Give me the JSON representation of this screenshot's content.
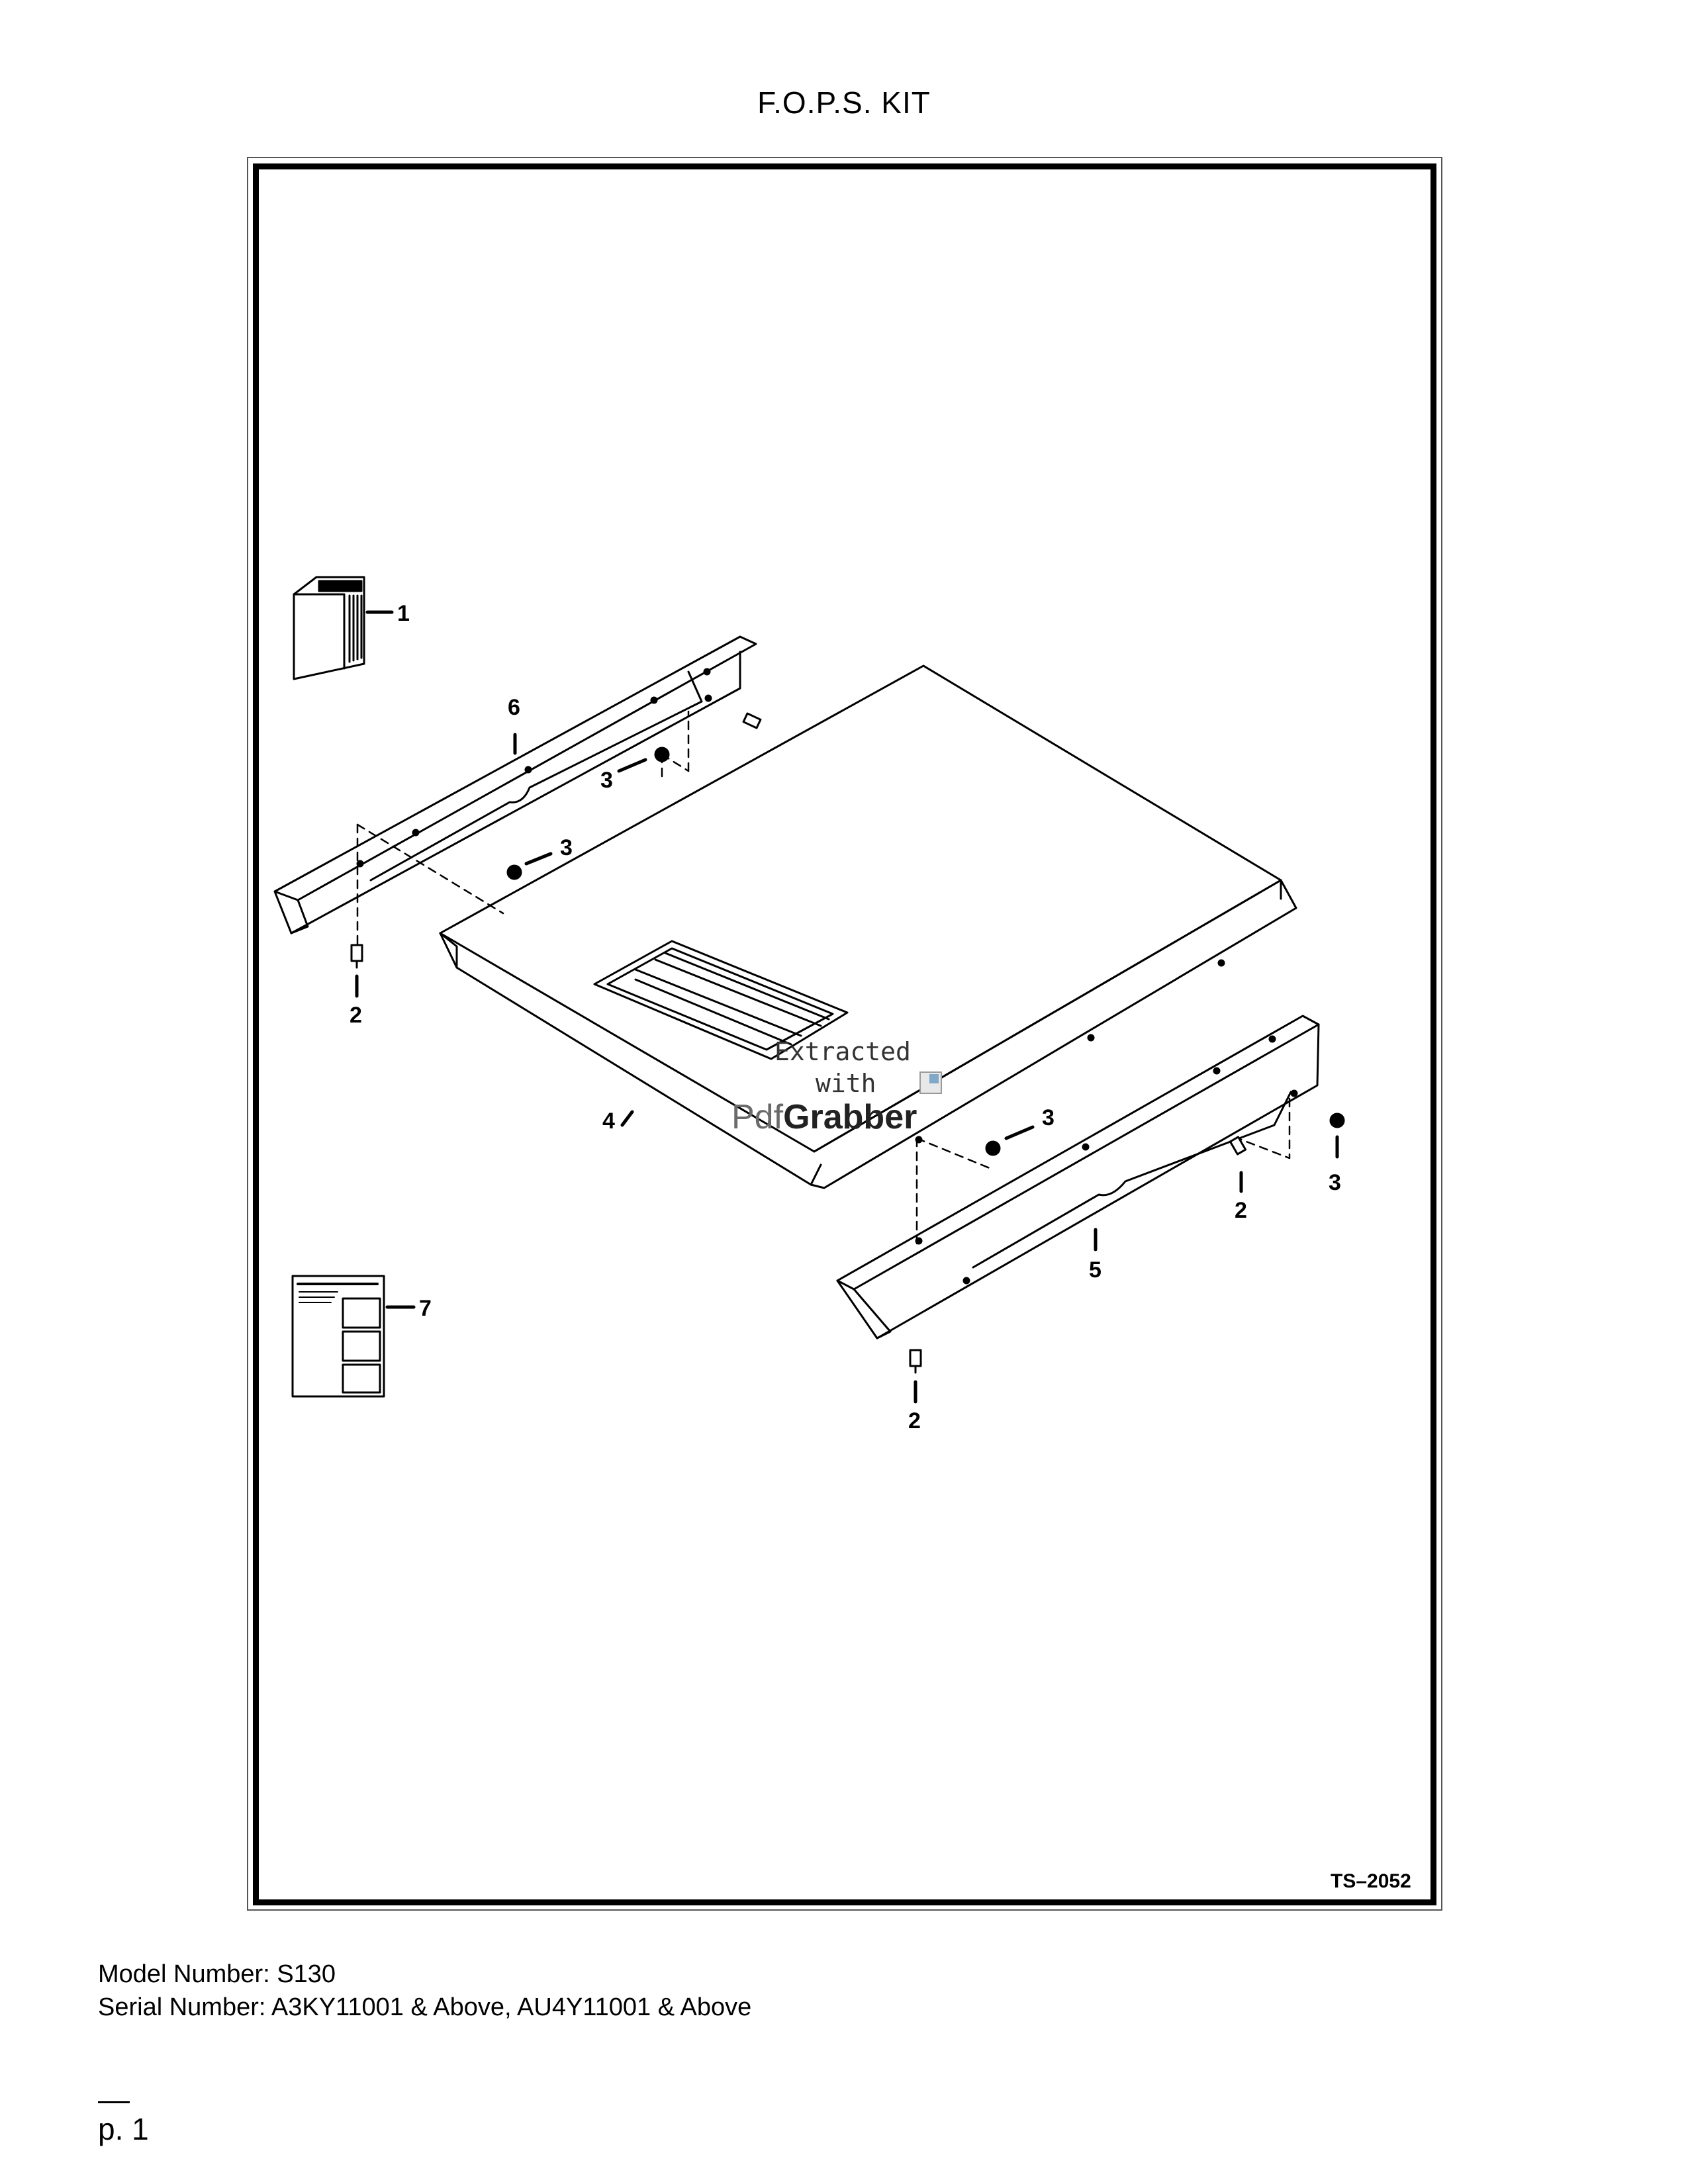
{
  "header": {
    "title": "F.O.P.S. KIT"
  },
  "figure": {
    "code": "TS–2052",
    "callouts": {
      "decal_pack": "1",
      "bolt_left": "2",
      "bolt_center": "2",
      "bolt_right": "2",
      "nut_top": "3",
      "nut_mid": "3",
      "nut_center": "3",
      "nut_right": "3",
      "top_panel": "4",
      "right_rail": "5",
      "left_rail": "6",
      "manual": "7"
    },
    "watermark": {
      "line1": "Extracted",
      "line2": "with",
      "brand_a": "Pdf",
      "brand_b": "Grabber"
    }
  },
  "footer": {
    "model": "Model Number: S130",
    "serial": "Serial Number: A3KY11001 & Above, AU4Y11001 & Above",
    "page": "p. 1"
  }
}
